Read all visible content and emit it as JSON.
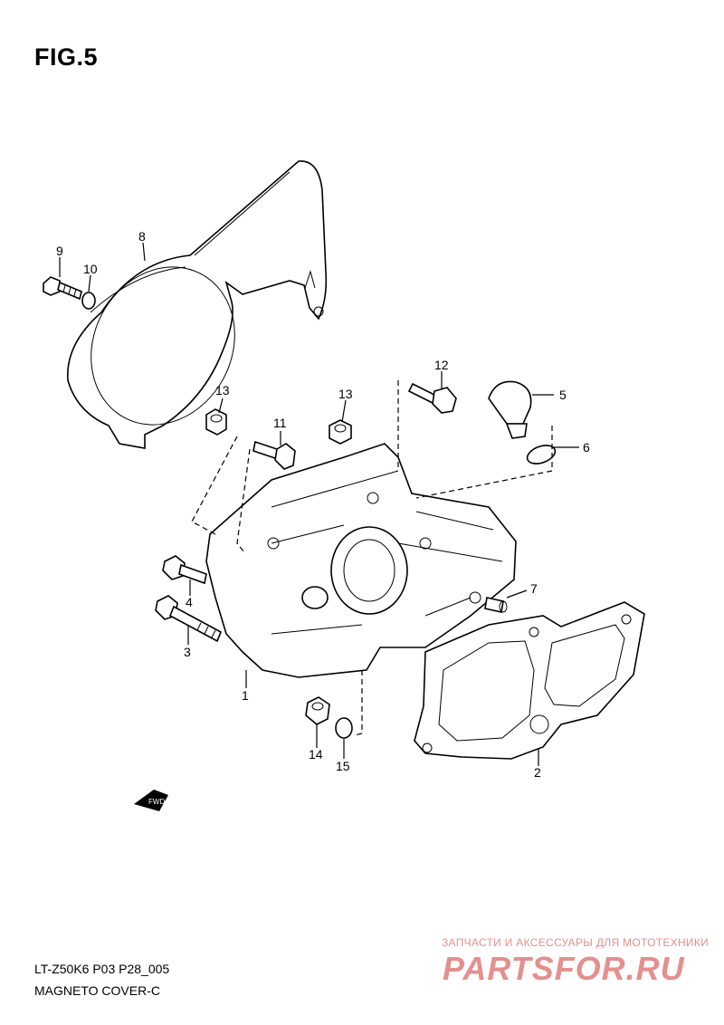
{
  "figure": {
    "title": "FIG.5"
  },
  "footer": {
    "model_code": "LT-Z50K6 P03 P28_005",
    "diagram_name": "MAGNETO COVER-C"
  },
  "badge": {
    "fwd": "FWD"
  },
  "watermark": {
    "tagline": "ЗАПЧАСТИ И АКСЕССУАРЫ ДЛЯ МОТОТЕХНИКИ",
    "brand": "PARTSFOR.RU",
    "color": "#e58f8f"
  },
  "callouts": {
    "c1": "1",
    "c2": "2",
    "c3": "3",
    "c4": "4",
    "c5": "5",
    "c6": "6",
    "c7": "7",
    "c8": "8",
    "c9": "9",
    "c10": "10",
    "c11": "11",
    "c12": "12",
    "c13a": "13",
    "c13b": "13",
    "c14": "14",
    "c15": "15"
  }
}
